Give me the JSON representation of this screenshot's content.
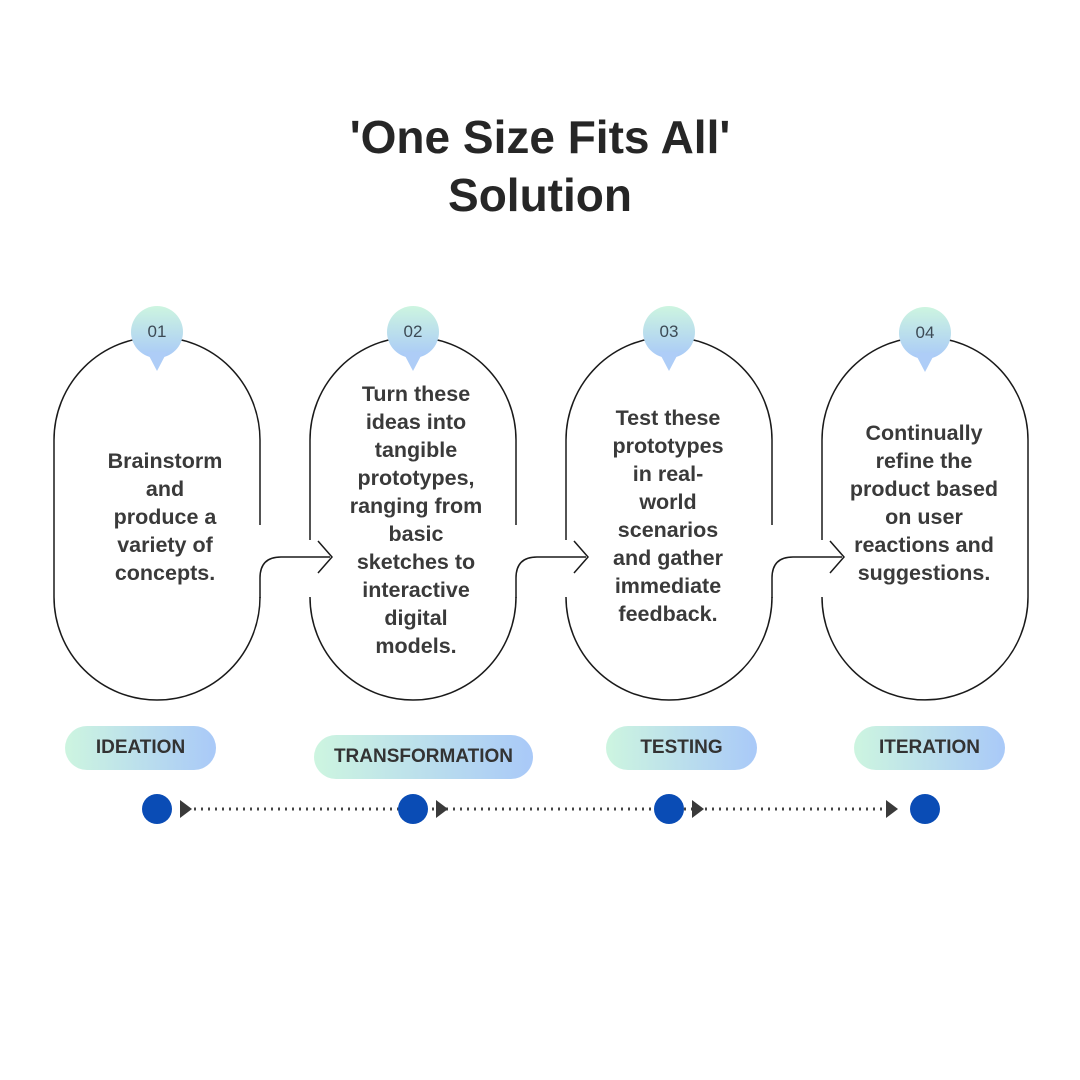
{
  "title": {
    "line1": "'One Size Fits All'",
    "line2": "Solution"
  },
  "steps": [
    {
      "number": "01",
      "label": "IDEATION",
      "lines": [
        "Brainstorm",
        "and",
        "produce a",
        "variety of",
        "concepts."
      ]
    },
    {
      "number": "02",
      "label": "TRANSFORMATION",
      "lines": [
        "Turn these",
        "ideas into",
        "tangible",
        "prototypes,",
        "ranging from",
        "basic",
        "sketches to",
        "interactive",
        "digital",
        "models."
      ]
    },
    {
      "number": "03",
      "label": "TESTING",
      "lines": [
        "Test these",
        "prototypes",
        "in real-",
        "world",
        "scenarios",
        "and gather",
        "immediate",
        "feedback."
      ]
    },
    {
      "number": "04",
      "label": "ITERATION",
      "lines": [
        "Continually",
        "refine the",
        "product based",
        "on user",
        "reactions and",
        "suggestions."
      ]
    }
  ],
  "colors": {
    "timeline_dot": "#0a4cb5",
    "outline": "#1a1a1a",
    "badge_top": "#cdf5e0",
    "badge_bottom": "#a9c9f8"
  }
}
